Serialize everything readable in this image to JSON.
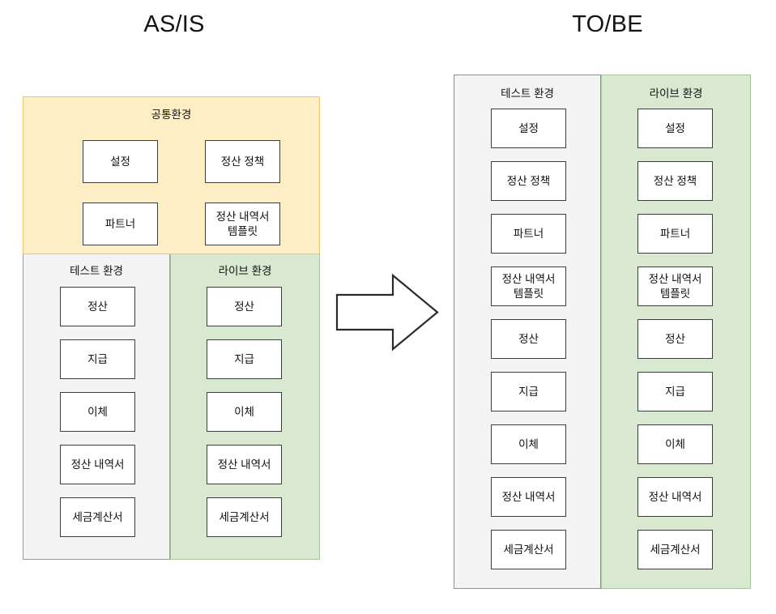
{
  "asis": {
    "title": "AS/IS",
    "common_panel": {
      "label": "공통환경",
      "nodes": [
        {
          "label": "설정"
        },
        {
          "label": "정산 정책"
        },
        {
          "label": "파트너"
        },
        {
          "label": "정산 내역서\n템플릿"
        }
      ]
    },
    "test_panel": {
      "label": "테스트 환경",
      "nodes": [
        {
          "label": "정산"
        },
        {
          "label": "지급"
        },
        {
          "label": "이체"
        },
        {
          "label": "정산 내역서"
        },
        {
          "label": "세금계산서"
        }
      ]
    },
    "live_panel": {
      "label": "라이브 환경",
      "nodes": [
        {
          "label": "정산"
        },
        {
          "label": "지급"
        },
        {
          "label": "이체"
        },
        {
          "label": "정산 내역서"
        },
        {
          "label": "세금계산서"
        }
      ]
    }
  },
  "transition": {
    "arrow": "right-arrow-icon"
  },
  "tobe": {
    "title": "TO/BE",
    "test_panel": {
      "label": "테스트 환경",
      "nodes": [
        {
          "label": "설정"
        },
        {
          "label": "정산 정책"
        },
        {
          "label": "파트너"
        },
        {
          "label": "정산 내역서\n템플릿"
        },
        {
          "label": "정산"
        },
        {
          "label": "지급"
        },
        {
          "label": "이체"
        },
        {
          "label": "정산 내역서"
        },
        {
          "label": "세금계산서"
        }
      ]
    },
    "live_panel": {
      "label": "라이브 환경",
      "nodes": [
        {
          "label": "설정"
        },
        {
          "label": "정산 정책"
        },
        {
          "label": "파트너"
        },
        {
          "label": "정산 내역서\n템플릿"
        },
        {
          "label": "정산"
        },
        {
          "label": "지급"
        },
        {
          "label": "이체"
        },
        {
          "label": "정산 내역서"
        },
        {
          "label": "세금계산서"
        }
      ]
    }
  },
  "colors": {
    "common_fill": "#fdeec6",
    "common_stroke": "#e8c86a",
    "test_fill": "#f4f4f4",
    "test_stroke": "#9a9a9a",
    "live_fill": "#d8e8d1",
    "live_stroke": "#a9c79c",
    "node_fill": "#ffffff",
    "node_stroke": "#3d3d3d",
    "text": "#111111"
  }
}
